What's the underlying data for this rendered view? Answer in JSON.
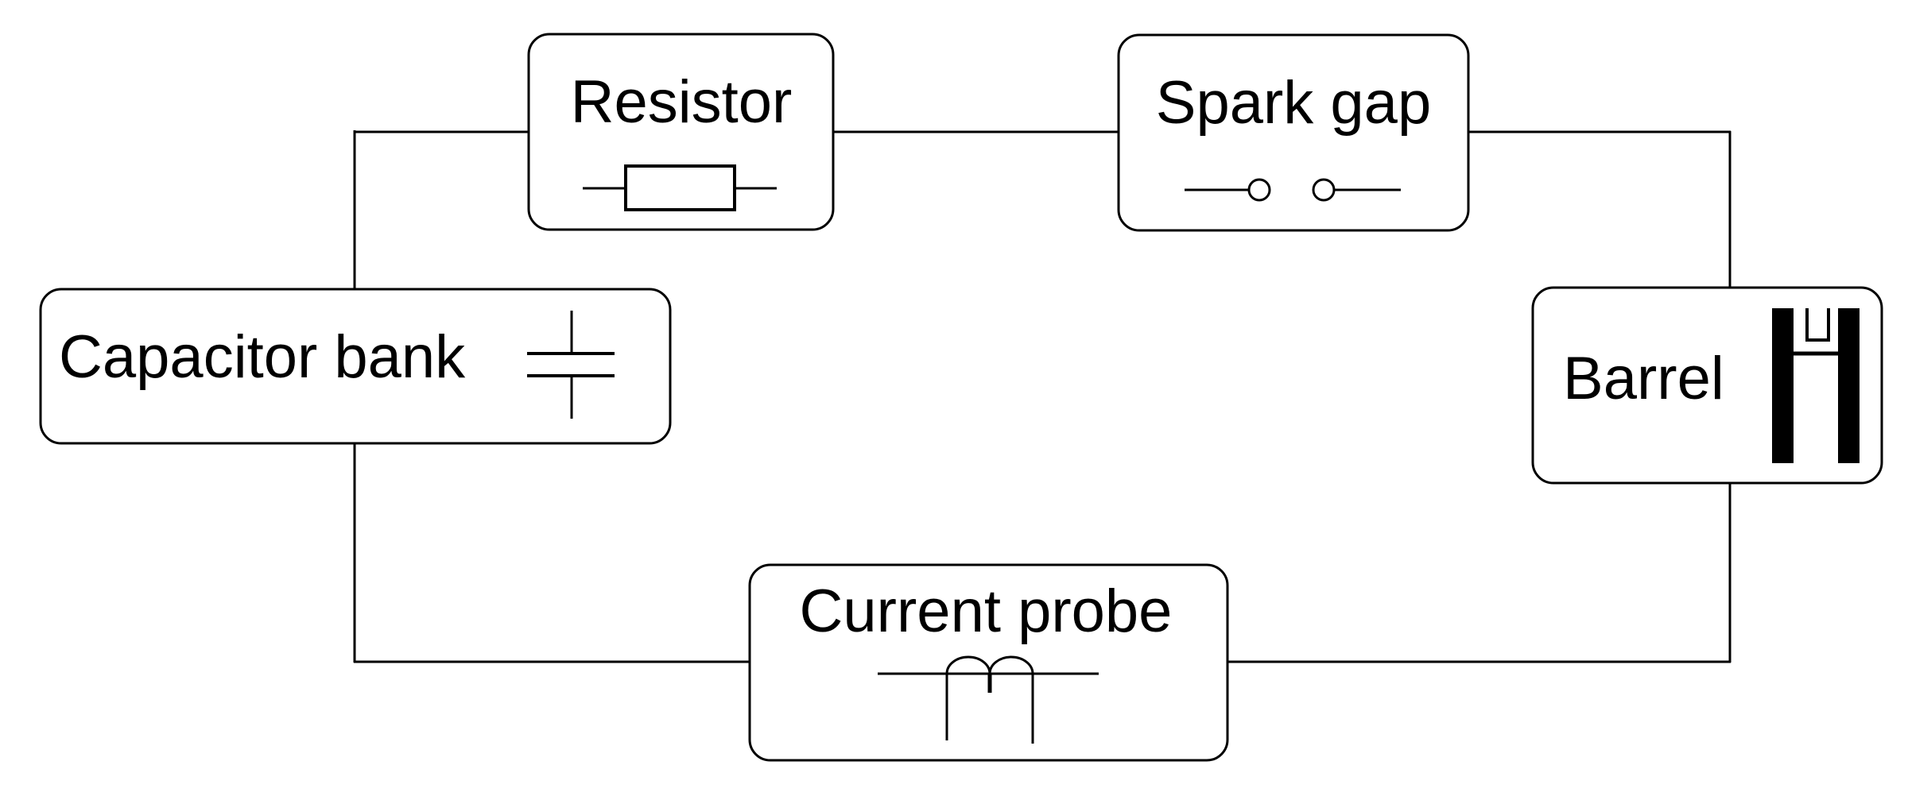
{
  "diagram": {
    "type": "circuit-block-diagram",
    "background_color": "#ffffff",
    "line_color": "#000000",
    "nodes": {
      "resistor": {
        "label": "Resistor",
        "symbol": "resistor-icon"
      },
      "spark_gap": {
        "label": "Spark gap",
        "symbol": "spark-gap-icon"
      },
      "capacitor_bank": {
        "label": "Capacitor bank",
        "symbol": "capacitor-icon"
      },
      "barrel": {
        "label": "Barrel",
        "symbol": "barrel-rails-icon"
      },
      "current_probe": {
        "label": "Current probe",
        "symbol": "current-transformer-icon"
      }
    },
    "connections": [
      {
        "from": "capacitor_bank",
        "to": "resistor"
      },
      {
        "from": "resistor",
        "to": "spark_gap"
      },
      {
        "from": "spark_gap",
        "to": "barrel"
      },
      {
        "from": "barrel",
        "to": "current_probe"
      },
      {
        "from": "current_probe",
        "to": "capacitor_bank"
      }
    ]
  }
}
